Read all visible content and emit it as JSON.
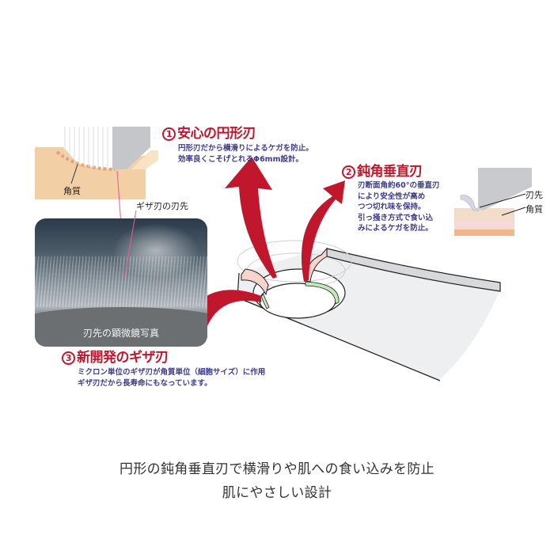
{
  "features": [
    {
      "number": "1",
      "title": "安心の円形刃",
      "description": [
        "円形刃だから横滑りによるケガを防止。",
        "効率良くこそげとれるΦ6mm設計。"
      ]
    },
    {
      "number": "2",
      "title": "鈍角垂直刃",
      "description": [
        "刃断面角約60°の垂直刃",
        "により安全性が高め",
        "つつ切れ味を保持。",
        "引っ掻き方式で食い込",
        "みによるケガを防止。"
      ]
    },
    {
      "number": "3",
      "title": "新開発のギザ刃",
      "description": [
        "ミクロン単位のギザ刃が角質単位（細胞サイズ）に作用",
        "ギザ刃だから長寿命にもなっています。"
      ]
    }
  ],
  "illustrations": {
    "skin_closeup": {
      "label_callus": "角質"
    },
    "serrated_tip_label": "ギザ刃の刃先",
    "blade_section": {
      "label_edge": "刃先",
      "label_callus": "角質"
    },
    "microscope_photo": {
      "caption": "刃先の顕微鏡写真"
    }
  },
  "caption": {
    "line1": "円形の鈍角垂直刃で横滑りや肌への食い込みを防止",
    "line2": "肌にやさしい設計"
  },
  "colors": {
    "accent_red": "#c1172c",
    "desc_blue": "#3d3a8c",
    "blade_gray": "#eeeff0",
    "edge_pink": "#f8d4cc",
    "edge_green": "#bfe8b8",
    "skin": "#f3cfa6",
    "pointer_pink": "#e8579a"
  }
}
